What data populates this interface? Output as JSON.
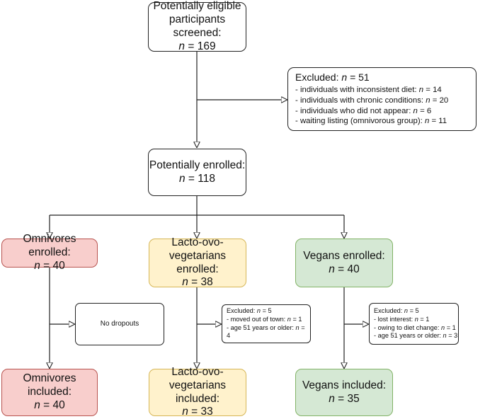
{
  "screened": {
    "label": "Potentially eligible\nparticipants screened:",
    "n_prefix": "n",
    "n_value": "= 169"
  },
  "excluded_main": {
    "header_label": "Excluded:",
    "header_n": "n",
    "header_value": "= 51",
    "items": [
      {
        "text": "- individuals with inconsistent diet: ",
        "n": "n",
        "value": "= 14"
      },
      {
        "text": "- individuals with chronic conditions: ",
        "n": "n",
        "value": "= 20"
      },
      {
        "text": "- individuals who did not appear: ",
        "n": "n",
        "value": "= 6"
      },
      {
        "text": "- waiting listing (omnivorous group): ",
        "n": "n",
        "value": "= 11"
      }
    ]
  },
  "enrolled": {
    "label": "Potentially enrolled:",
    "n_prefix": "n",
    "n_value": "= 118"
  },
  "omnivores_enrolled": {
    "label": "Omnivores enrolled:",
    "n_prefix": "n",
    "n_value": "= 40"
  },
  "lacto_enrolled": {
    "label": "Lacto-ovo-\nvegetarians enrolled:",
    "n_prefix": "n",
    "n_value": "= 38"
  },
  "vegans_enrolled": {
    "label": "Vegans enrolled:",
    "n_prefix": "n",
    "n_value": "= 40"
  },
  "no_dropouts": {
    "label": "No dropouts"
  },
  "lacto_excluded": {
    "header_label": "Excluded: ",
    "header_n": "n",
    "header_value": "= 5",
    "items": [
      {
        "text": "- moved out of town: ",
        "n": "n",
        "value": "= 1"
      },
      {
        "text": "- age 51 years or older: ",
        "n": "n",
        "value": "= 4"
      }
    ]
  },
  "vegans_excluded": {
    "header_label": "Excluded: ",
    "header_n": "n",
    "header_value": "= 5",
    "items": [
      {
        "text": "- lost interest: ",
        "n": "n",
        "value": "= 1"
      },
      {
        "text": "- owing to diet change: ",
        "n": "n",
        "value": "= 1"
      },
      {
        "text": "- age 51 years or older: ",
        "n": "n",
        "value": "= 3"
      }
    ]
  },
  "omnivores_included": {
    "label": "Omnivores included:",
    "n_prefix": "n",
    "n_value": "= 40"
  },
  "lacto_included": {
    "label": "Lacto-ovo-\nvegetarians included:",
    "n_prefix": "n",
    "n_value": "= 33"
  },
  "vegans_included": {
    "label": "Vegans included:",
    "n_prefix": "n",
    "n_value": "= 35"
  },
  "colors": {
    "omnivores_fill": "#f8cecc",
    "omnivores_stroke": "#b85450",
    "lacto_fill": "#fff2cc",
    "lacto_stroke": "#d6b656",
    "vegans_fill": "#d5e8d4",
    "vegans_stroke": "#82b366"
  }
}
